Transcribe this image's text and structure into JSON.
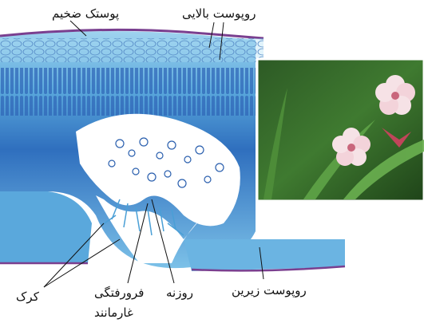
{
  "labels": {
    "thick_cuticle": "پوستک ضخیم",
    "upper_epidermis": "روپوست بالایی",
    "hairs": "کرک",
    "pit_line1": "فرورفتگی",
    "pit_line2": "غارمانند",
    "stomata": "روزنه",
    "lower_epidermis": "روپوست زیرین"
  },
  "colors": {
    "tissue_blue": "#4a9fd6",
    "tissue_dark": "#1f57a8",
    "cuticle": "#7a3f8f",
    "leaf_green": "#2f6b2a",
    "flower_pink": "#f3cfd6"
  }
}
